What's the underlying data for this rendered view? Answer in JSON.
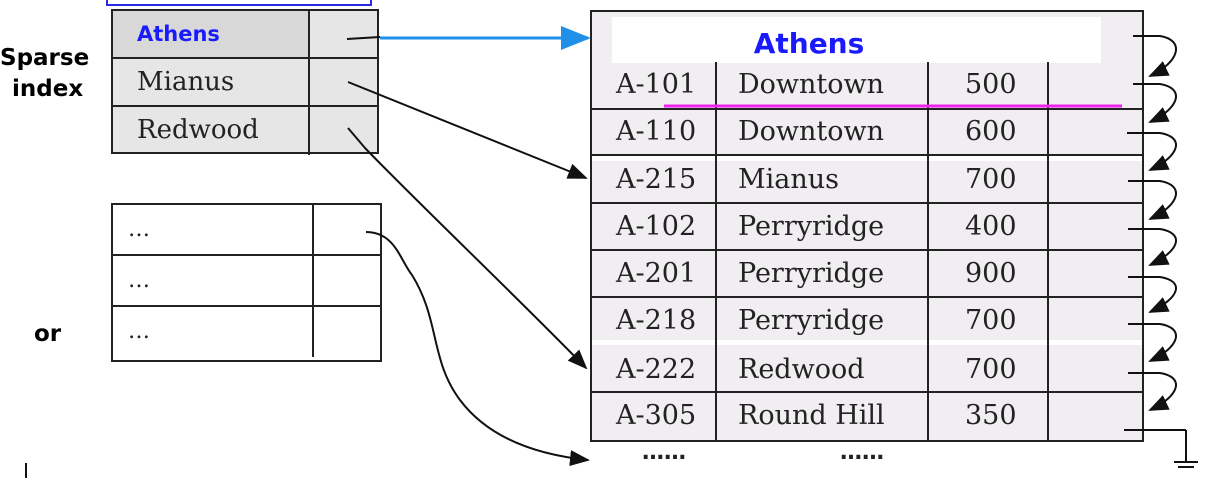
{
  "labels": {
    "sparse": "Sparse",
    "index": "index",
    "or": "or"
  },
  "sparse_index": {
    "keys": [
      "Athens",
      "Mianus",
      "Redwood"
    ]
  },
  "alternative_index": {
    "keys": [
      "…",
      "…",
      "…"
    ]
  },
  "data_file": {
    "header": "Athens",
    "records": [
      {
        "account": "A-101",
        "branch": "Downtown",
        "balance": "500"
      },
      {
        "account": "A-110",
        "branch": "Downtown",
        "balance": "600"
      },
      {
        "account": "A-215",
        "branch": "Mianus",
        "balance": "700"
      },
      {
        "account": "A-102",
        "branch": "Perryridge",
        "balance": "400"
      },
      {
        "account": "A-201",
        "branch": "Perryridge",
        "balance": "900"
      },
      {
        "account": "A-218",
        "branch": "Perryridge",
        "balance": "700"
      },
      {
        "account": "A-222",
        "branch": "Redwood",
        "balance": "700"
      },
      {
        "account": "A-305",
        "branch": "Round Hill",
        "balance": "350"
      }
    ],
    "continuation": [
      "……",
      "……"
    ]
  },
  "colors": {
    "highlight_text": "#1a1aff",
    "strike_line": "#ee22ee",
    "arrow_blue": "#1f8fe8"
  }
}
